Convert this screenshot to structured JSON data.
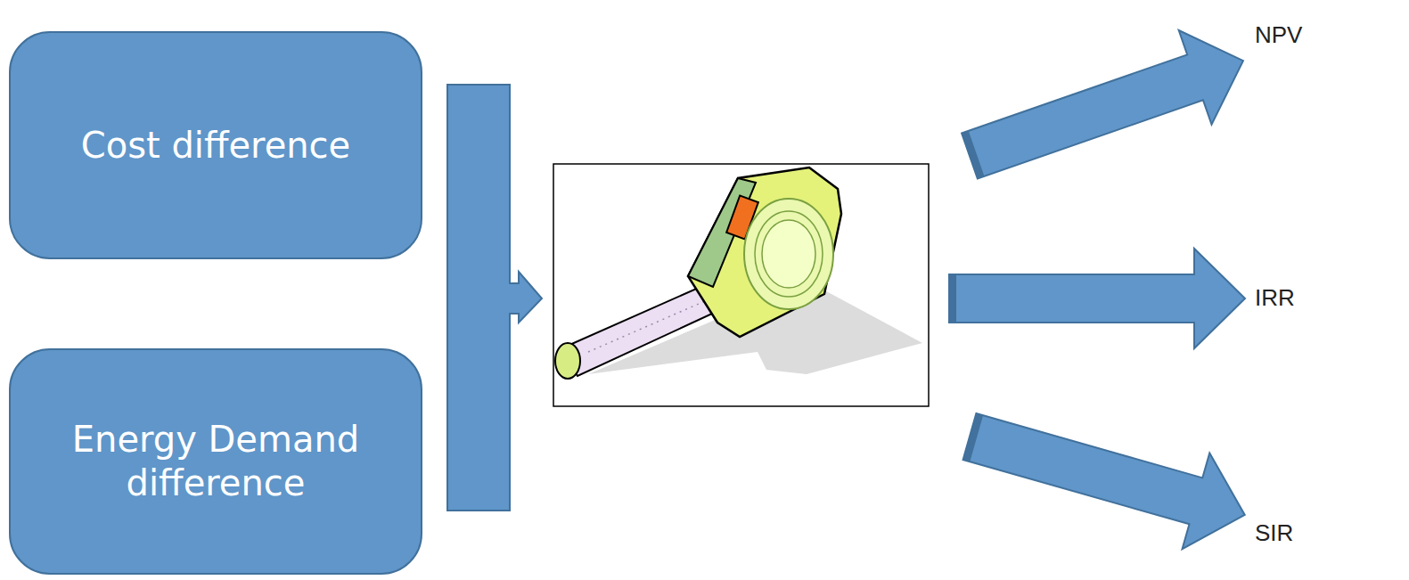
{
  "diagram": {
    "nodes": [
      {
        "text": [
          "Cost difference"
        ]
      },
      {
        "text": [
          "Energy Demand difference"
        ]
      }
    ],
    "labels": [
      "NPV",
      "IRR",
      "SIR"
    ]
  }
}
